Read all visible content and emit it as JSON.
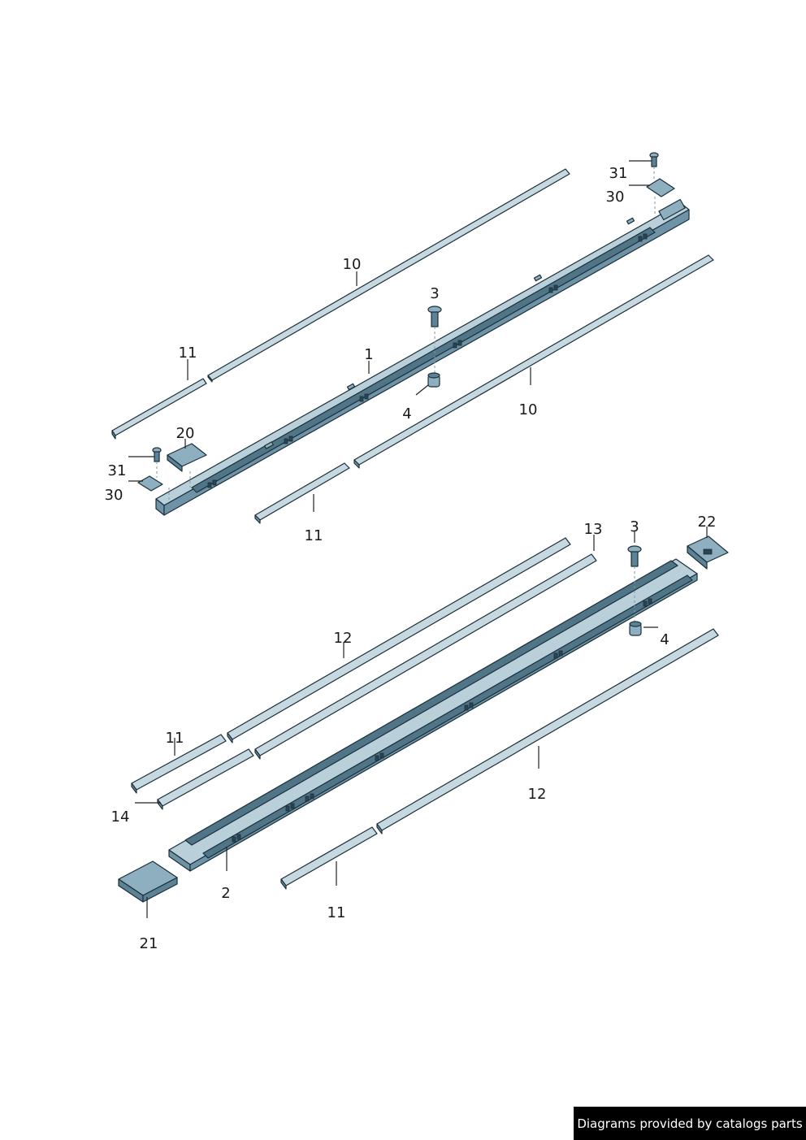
{
  "callouts": {
    "c1": "1",
    "c2": "2",
    "c3a": "3",
    "c3b": "3",
    "c4a": "4",
    "c4b": "4",
    "c10a": "10",
    "c10b": "10",
    "c11a": "11",
    "c11b": "11",
    "c11c": "11",
    "c11d": "11",
    "c12a": "12",
    "c12b": "12",
    "c13": "13",
    "c14": "14",
    "c20": "20",
    "c21": "21",
    "c22": "22",
    "c30a": "30",
    "c30b": "30",
    "c31a": "31",
    "c31b": "31"
  },
  "footer": {
    "credit": "Diagrams provided by catalogs parts"
  },
  "colors": {
    "part_fill": "#8eafbf",
    "part_outline": "#1b2f3a",
    "badge_bg": "#000000"
  }
}
